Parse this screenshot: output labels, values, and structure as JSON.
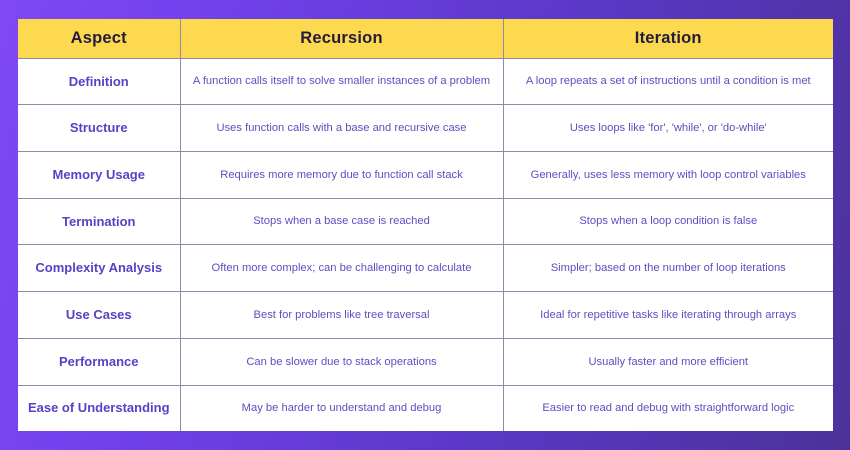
{
  "theme": {
    "background_gradient_start": "#8048F5",
    "background_gradient_end": "#4B3299",
    "header_background": "#FCD94F",
    "header_text_color": "#241B3F",
    "aspect_text_color": "#5B3FC4",
    "detail_text_color": "#5D4FC0",
    "table_background": "#FFFFFF",
    "grid_line_color": "#8E8AA8"
  },
  "table": {
    "columns": [
      "Aspect",
      "Recursion",
      "Iteration"
    ],
    "rows": [
      {
        "aspect": "Definition",
        "recursion": "A function calls itself to solve smaller instances of a problem",
        "iteration": "A loop repeats a set of instructions until a condition is met"
      },
      {
        "aspect": "Structure",
        "recursion": "Uses function calls with a base and recursive case",
        "iteration": "Uses loops like 'for', 'while', or 'do-while'"
      },
      {
        "aspect": "Memory Usage",
        "recursion": "Requires more memory due to function call stack",
        "iteration": "Generally, uses less memory with loop control variables"
      },
      {
        "aspect": "Termination",
        "recursion": "Stops when a base case is reached",
        "iteration": "Stops when a loop condition is false"
      },
      {
        "aspect": "Complexity Analysis",
        "recursion": "Often more complex; can be challenging to calculate",
        "iteration": "Simpler; based on the number of loop iterations"
      },
      {
        "aspect": "Use Cases",
        "recursion": "Best for problems like tree traversal",
        "iteration": "Ideal for repetitive tasks like iterating through arrays"
      },
      {
        "aspect": "Performance",
        "recursion": "Can be slower due to stack operations",
        "iteration": "Usually faster and more efficient"
      },
      {
        "aspect": "Ease of Understanding",
        "recursion": "May be harder to understand and debug",
        "iteration": "Easier to read and debug with straightforward logic"
      }
    ]
  }
}
